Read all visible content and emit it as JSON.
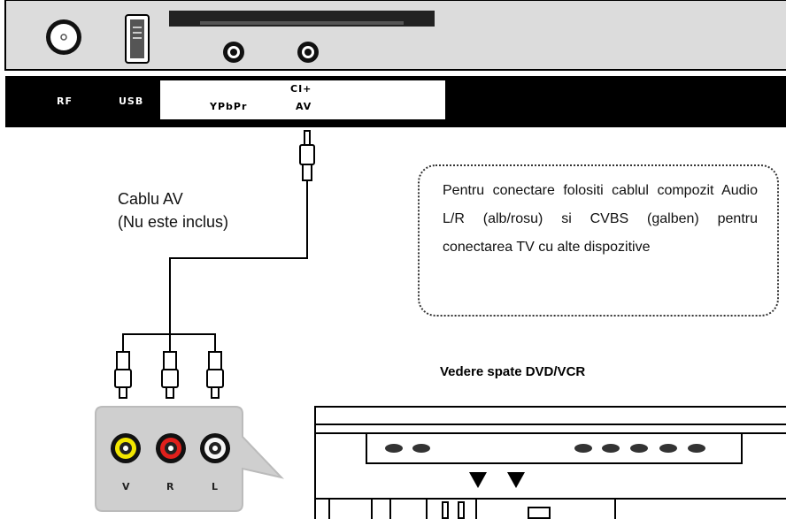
{
  "tv_panel": {
    "port_labels": {
      "rf": "RF",
      "usb": "USB",
      "ypbpr": "YPbPr",
      "av": "AV",
      "ci": "CI+"
    }
  },
  "cable": {
    "title_line1": "Cablu AV",
    "title_line2": "(Nu este inclus)"
  },
  "note": {
    "text": "Pentru conectare folositi cablul compozit Audio L/R (alb/rosu) si CVBS (galben) pentru conectarea TV cu alte dispozitive"
  },
  "device": {
    "title": "Vedere spate DVD/VCR"
  },
  "rca_jacks": {
    "labels": [
      "V",
      "R",
      "L"
    ],
    "colors": [
      "#f2e600",
      "#e0201c",
      "#f5f5f5"
    ]
  }
}
